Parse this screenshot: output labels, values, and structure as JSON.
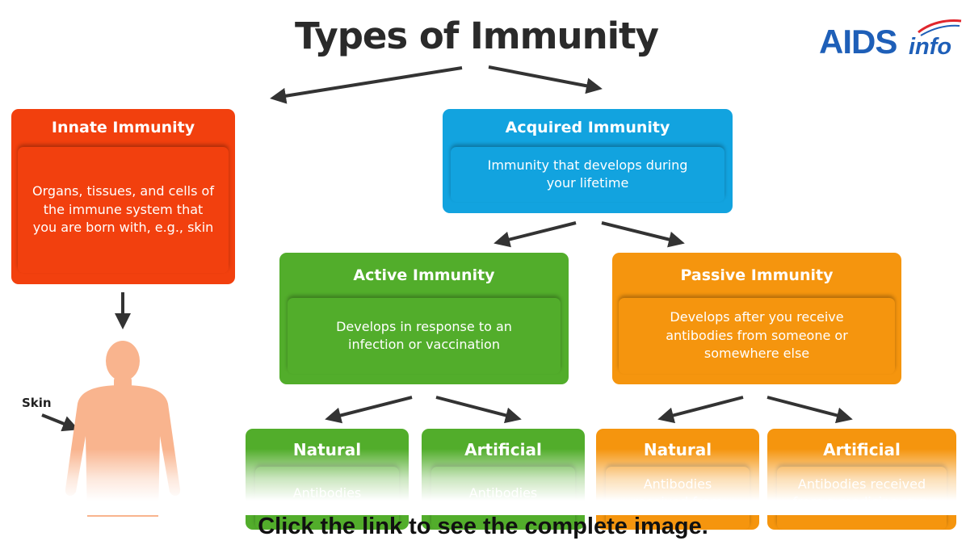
{
  "title": "Types of Immunity",
  "logo": {
    "aids": "AIDS",
    "info": "info"
  },
  "innate": {
    "title": "Innate Immunity",
    "body": "Organs, tissues, and cells of the immune system that you are born with, e.g., skin"
  },
  "acquired": {
    "title": "Acquired Immunity",
    "body": "Immunity that develops during your lifetime"
  },
  "active": {
    "title": "Active Immunity",
    "body": "Develops in response to an infection or vaccination"
  },
  "passive": {
    "title": "Passive Immunity",
    "body": "Develops after you receive antibodies from someone or somewhere else"
  },
  "active_natural": {
    "title": "Natural",
    "body": "Antibodies"
  },
  "active_artificial": {
    "title": "Artificial",
    "body": "Antibodies"
  },
  "passive_natural": {
    "title": "Natural",
    "body": "Antibodies received from"
  },
  "passive_artificial": {
    "title": "Artificial",
    "body": "Antibodies received from a medicine, e.g."
  },
  "skin_label": "Skin",
  "caption": "Click the link to see the complete image.",
  "colors": {
    "innate": "#f2400e",
    "acquired": "#12a3df",
    "active": "#52ad2b",
    "passive": "#f5950e",
    "body": "#f9b48e"
  },
  "icons": [
    "human-body-silhouette",
    "arrow-icon",
    "aidsinfo-logo"
  ]
}
